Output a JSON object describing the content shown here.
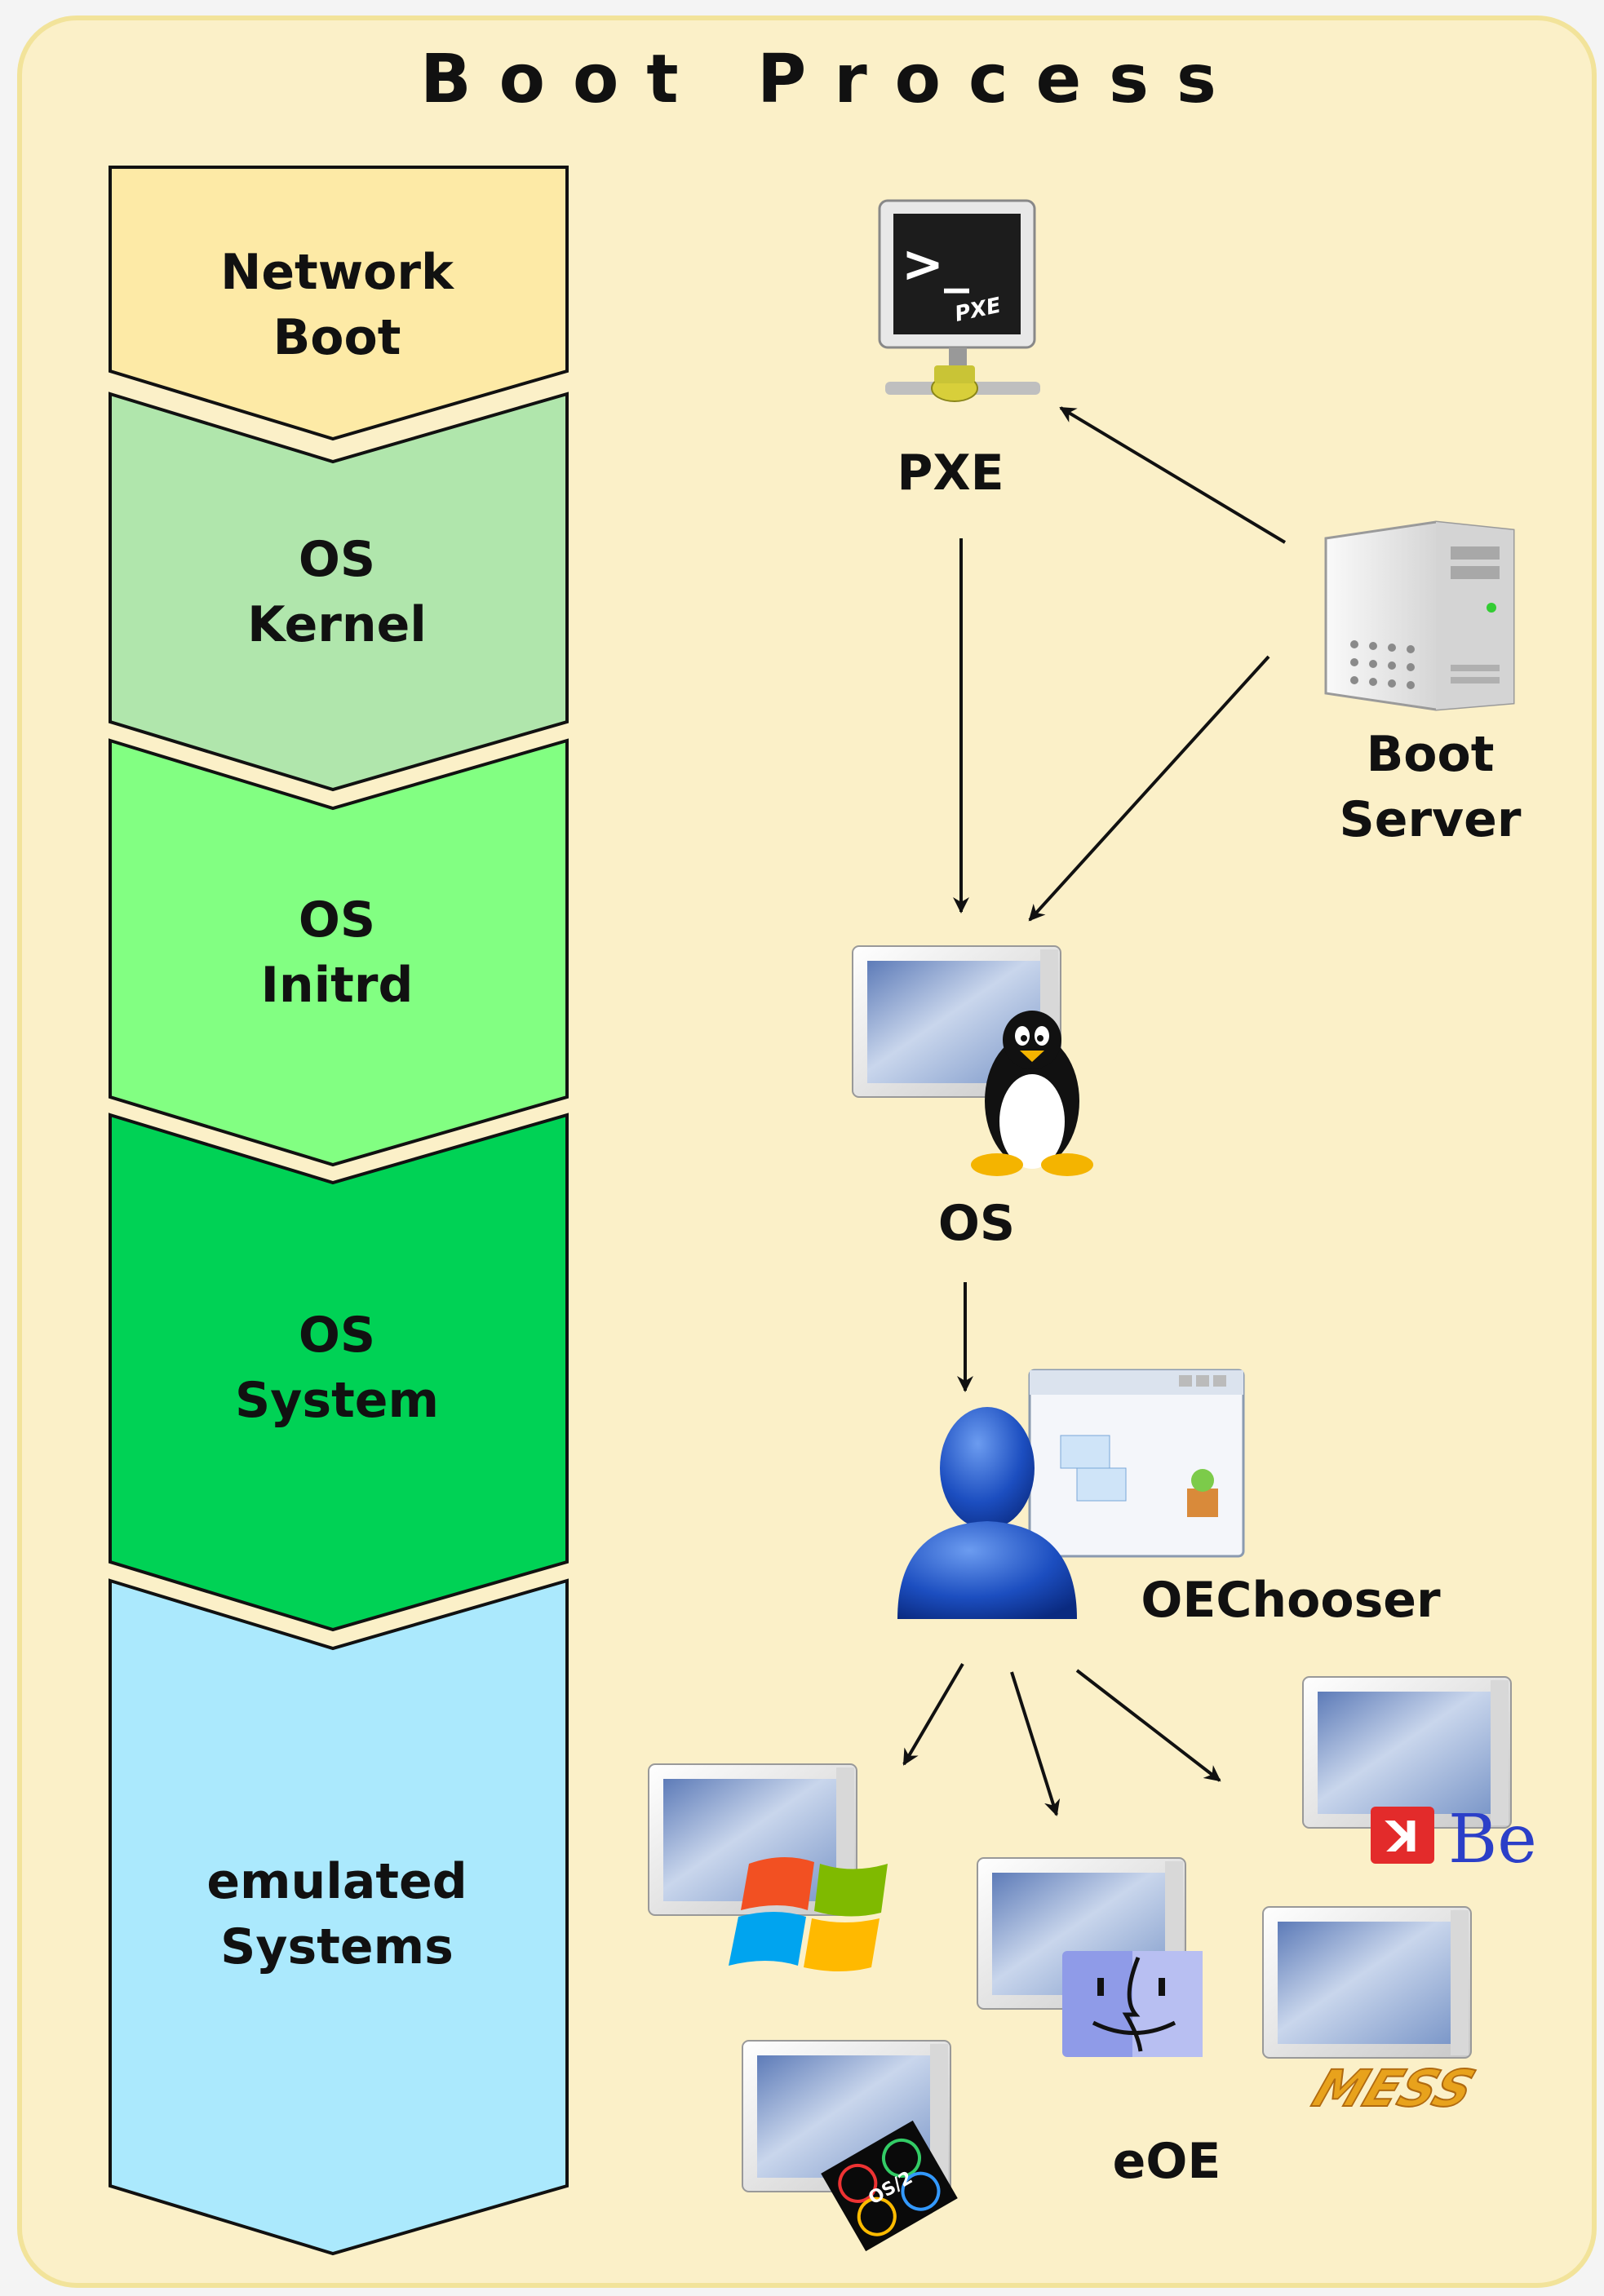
{
  "title": "Boot Process",
  "stages": [
    {
      "line1": "Network",
      "line2": "Boot",
      "color": "#fdeaa6"
    },
    {
      "line1": "OS",
      "line2": "Kernel",
      "color": "#b0e6ac"
    },
    {
      "line1": "OS",
      "line2": "Initrd",
      "color": "#82ff82"
    },
    {
      "line1": "OS",
      "line2": "System",
      "color": "#00d255"
    },
    {
      "line1": "emulated",
      "line2": "Systems",
      "color": "#abe9fd"
    }
  ],
  "nodes": {
    "pxe": {
      "label": "PXE",
      "screen_text": ">_",
      "screen_badge": "PXE"
    },
    "boot_server": {
      "line1": "Boot",
      "line2": "Server"
    },
    "os": {
      "label": "OS"
    },
    "oechooser": {
      "label": "OEChooser"
    },
    "eoe": {
      "label": "eOE"
    }
  },
  "logos": {
    "beos": "Be",
    "os2": "OS/2",
    "mess": "MESS"
  },
  "colors": {
    "panel_bg": "#fbf0c8",
    "panel_border": "#f2e39a",
    "outline": "#1a1a1a"
  }
}
